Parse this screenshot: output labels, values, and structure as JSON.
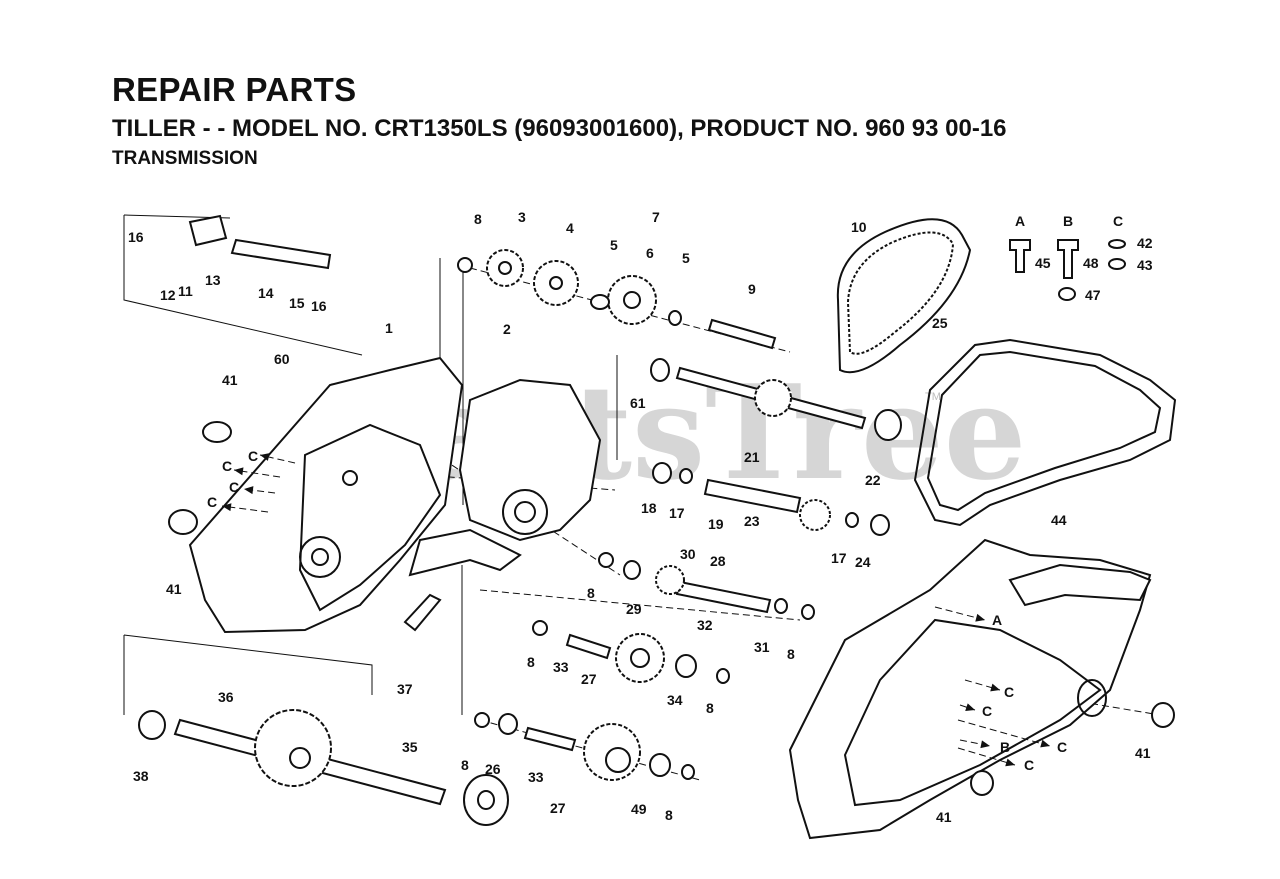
{
  "header": {
    "title": "REPAIR PARTS",
    "subtitle": "TILLER - - MODEL NO. CRT1350LS (96093001600), PRODUCT NO. 960 93 00-16",
    "section": "TRANSMISSION"
  },
  "watermark": {
    "text": "PartsTree",
    "tm": "TM"
  },
  "legend": {
    "a": "A",
    "b": "B",
    "c": "C"
  },
  "callouts": [
    "16",
    "11",
    "13",
    "12",
    "14",
    "15",
    "16",
    "8",
    "3",
    "4",
    "5",
    "6",
    "5",
    "7",
    "10",
    "45",
    "48",
    "42",
    "43",
    "47",
    "1",
    "2",
    "9",
    "60",
    "41",
    "61",
    "21",
    "22",
    "25",
    "18",
    "17",
    "19",
    "23",
    "17",
    "24",
    "41",
    "44",
    "30",
    "28",
    "8",
    "29",
    "32",
    "31",
    "8",
    "37",
    "8",
    "33",
    "27",
    "34",
    "8",
    "36",
    "35",
    "38",
    "8",
    "26",
    "33",
    "27",
    "49",
    "8",
    "41",
    "41"
  ],
  "arrow_letters": [
    "C",
    "C",
    "C",
    "C",
    "A",
    "C",
    "C",
    "C",
    "B",
    "C"
  ]
}
